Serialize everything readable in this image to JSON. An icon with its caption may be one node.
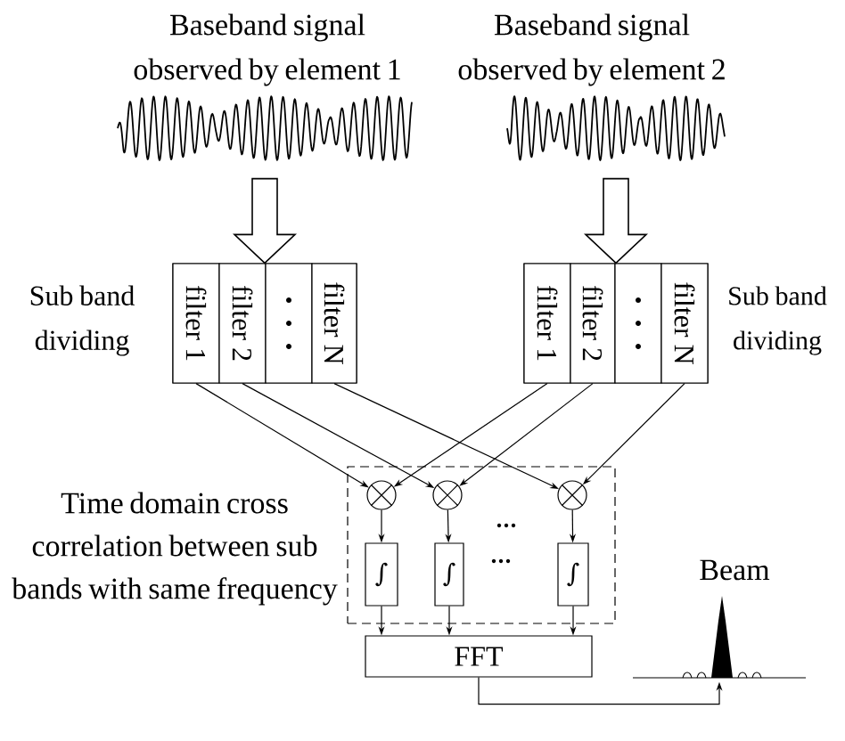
{
  "diagram": {
    "nodes": [
      {
        "text": [],
        "shape": "waveform",
        "beside": [
          "Baseband signal observed by element 1"
        ]
      },
      {
        "text": [],
        "shape": "box",
        "beside": [
          "Sub band dividing"
        ]
      },
      {
        "text": [
          "filter 1"
        ],
        "in": 1
      },
      {
        "text": [
          "filter 2"
        ],
        "in": 1
      },
      {
        "text": [],
        "shape": "box",
        "in": 1
      },
      {
        "text": [
          "filter N"
        ],
        "in": 1
      },
      {
        "text": [],
        "shape": "waveform",
        "beside": [
          "Baseband signal observed by element 2"
        ]
      },
      {
        "text": [],
        "shape": "box",
        "beside": [
          "Sub band dividing"
        ]
      },
      {
        "text": [
          "filter 1"
        ],
        "in": 7
      },
      {
        "text": [
          "filter 2"
        ],
        "in": 7
      },
      {
        "text": [],
        "shape": "box",
        "in": 7
      },
      {
        "text": [
          "filter N"
        ],
        "in": 7
      },
      {
        "text": [],
        "shape": "box",
        "beside": [
          "Time domain cross correlation between sub bands with same frequency"
        ]
      },
      {
        "text": [],
        "shape": "circle",
        "in": 12
      },
      {
        "text": [],
        "shape": "circle",
        "in": 12
      },
      {
        "text": [],
        "shape": "circle",
        "in": 12
      },
      {
        "text": [
          "∫"
        ],
        "in": 12
      },
      {
        "text": [
          "∫"
        ],
        "in": 12
      },
      {
        "text": [
          "∫"
        ],
        "in": 12
      },
      {
        "text": [
          "FFT"
        ]
      },
      {
        "text": [],
        "shape": "picture",
        "beside": [
          "Beam"
        ]
      }
    ],
    "edges": [
      {
        "from": 0,
        "to": 1,
        "arrow": "to",
        "style": "thick"
      },
      {
        "from": 6,
        "to": 7,
        "arrow": "to",
        "style": "thick"
      },
      {
        "from": 2,
        "to": 13,
        "arrow": "to"
      },
      {
        "from": 3,
        "to": 14,
        "arrow": "to"
      },
      {
        "from": 5,
        "to": 15,
        "arrow": "to"
      },
      {
        "from": 8,
        "to": 13,
        "arrow": "to"
      },
      {
        "from": 9,
        "to": 14,
        "arrow": "to"
      },
      {
        "from": 11,
        "to": 15,
        "arrow": "to"
      },
      {
        "from": 13,
        "to": 16,
        "arrow": "to"
      },
      {
        "from": 14,
        "to": 17,
        "arrow": "to"
      },
      {
        "from": 15,
        "to": 18,
        "arrow": "to"
      },
      {
        "from": 16,
        "to": 19,
        "arrow": "to"
      },
      {
        "from": 17,
        "to": 19,
        "arrow": "to"
      },
      {
        "from": 18,
        "to": 19,
        "arrow": "to"
      },
      {
        "from": 19,
        "to": 20,
        "arrow": "to"
      }
    ]
  }
}
